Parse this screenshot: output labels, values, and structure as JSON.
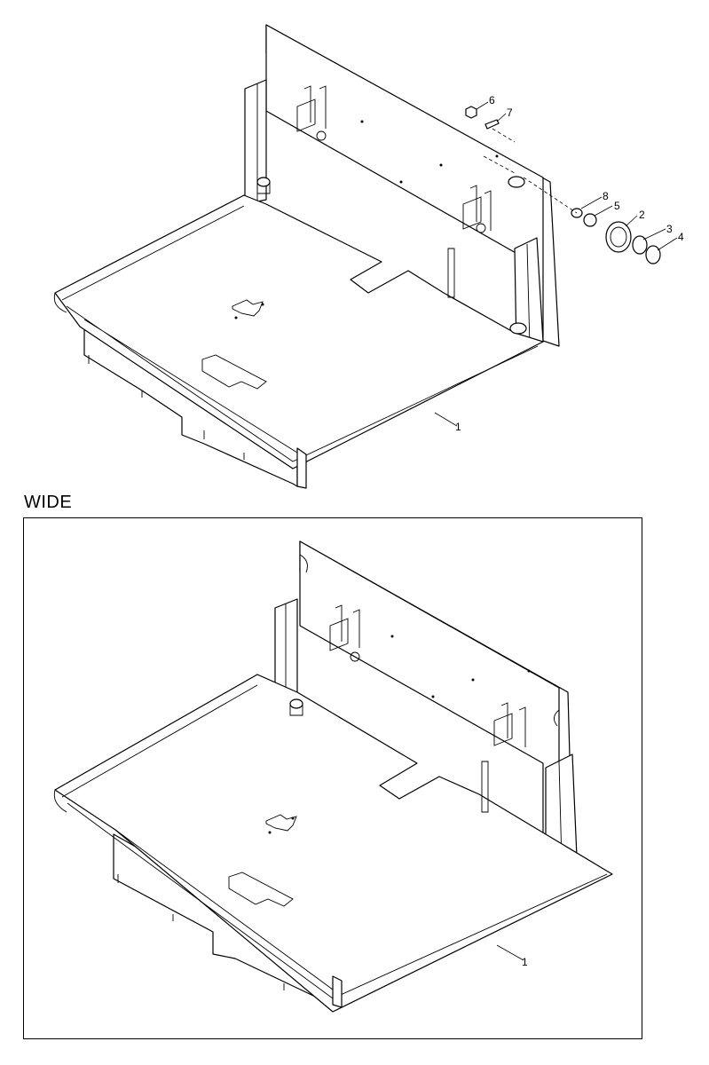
{
  "top_diagram": {
    "callouts": [
      "1",
      "2",
      "3",
      "4",
      "5",
      "6",
      "7",
      "8"
    ]
  },
  "wide_section": {
    "label": "WIDE",
    "callouts": [
      "1"
    ]
  }
}
